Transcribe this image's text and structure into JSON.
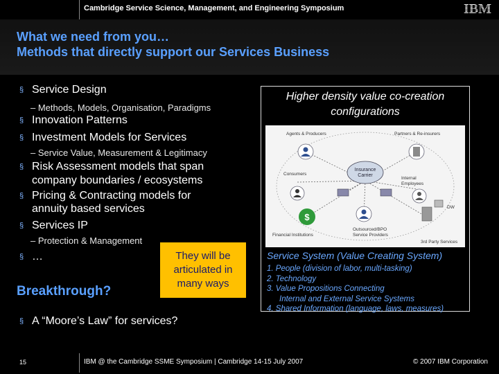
{
  "header": {
    "conference": "Cambridge Service Science, Management, and Engineering Symposium",
    "logo_text": "IBM"
  },
  "title": {
    "line1": "What we need from you…",
    "line2": "Methods that directly support our Services Business"
  },
  "bullets": {
    "service_design": "Service Design",
    "service_design_sub": "– Methods, Models, Organisation, Paradigms",
    "innovation": "Innovation Patterns",
    "investment": "Investment Models for Services",
    "investment_sub": "– Service Value, Measurement & Legitimacy",
    "risk_l1": "Risk Assessment models that span",
    "risk_l2": "company boundaries / ecosystems",
    "pricing_l1": "Pricing & Contracting models for",
    "pricing_l2": "annuity based services",
    "ip": "Services IP",
    "ip_sub": "– Protection & Management",
    "ellipsis": "…",
    "moores": "A “Moore’s Law” for services?"
  },
  "callout": {
    "line1": "They will be",
    "line2": "articulated in",
    "line3": "many ways"
  },
  "breakthrough": "Breakthrough?",
  "right_panel": {
    "title_l1": "Higher density value co-creation",
    "title_l2": "configurations",
    "diagram": {
      "agents": "Agents & Producers",
      "partners": "Partners & Re-insurers",
      "consumers": "Consumers",
      "carrier_l1": "Insurance",
      "carrier_l2": "Carrier",
      "internal_l1": "Internal",
      "internal_l2": "Employees",
      "dw": "DW",
      "financial": "Financial Institutions",
      "outsourced_l1": "Outsourced/BPO",
      "outsourced_l2": "Service Providers",
      "third_party": "3rd Party Services"
    },
    "system_title": "Service System (Value Creating System)",
    "items": [
      "1. People (division of labor, multi-tasking)",
      "2. Technology",
      "3. Value Propositions Connecting",
      "    Internal and External Service Systems",
      "4. Shared Information (language, laws, measures)"
    ]
  },
  "footer": {
    "page": "15",
    "event": "IBM @ the Cambridge SSME Symposium  |  Cambridge 14-15 July 2007",
    "copyright": "© 2007 IBM Corporation"
  },
  "colors": {
    "title_blue": "#5aa0ff",
    "callout_yellow": "#ffc000",
    "list_blue": "#6aa8ff"
  }
}
